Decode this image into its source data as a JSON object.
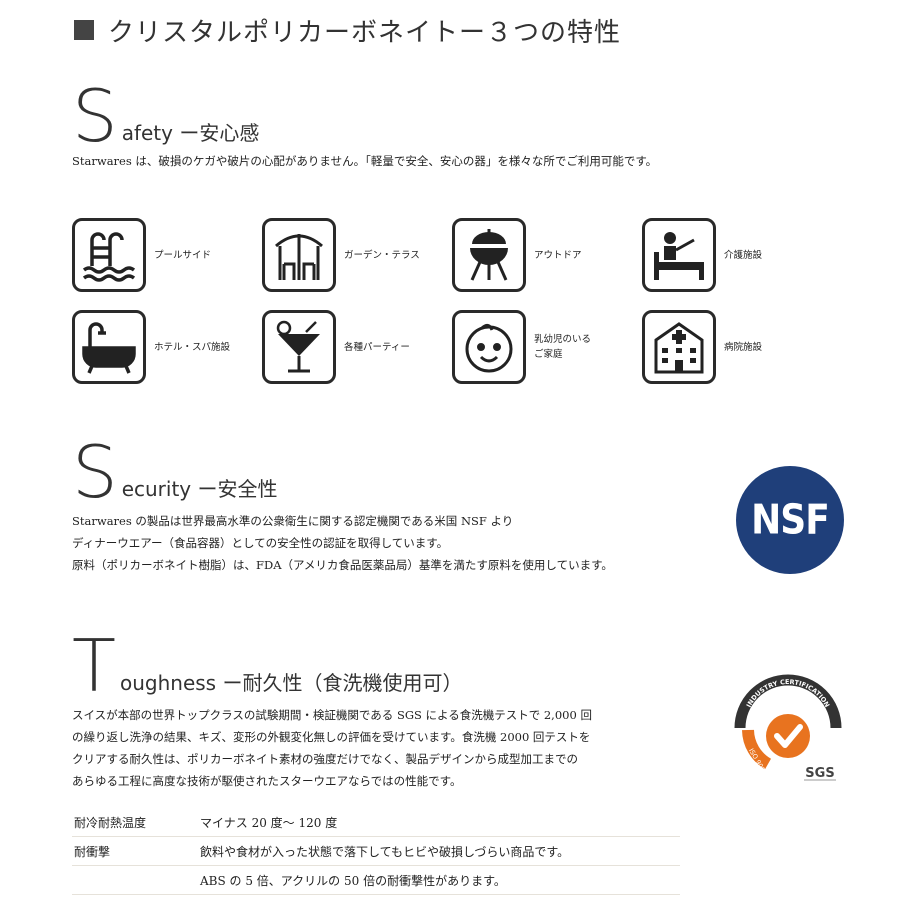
{
  "heading": "クリスタルポリカーボネイトー３つの特性",
  "safety": {
    "letter": "S",
    "title": "afety ー安心感",
    "text": "Starwares は、破損のケガや破片の心配がありません。「軽量で安全、安心の器」を様々な所でご利用可能です。",
    "icons": [
      {
        "icon": "pool-ladder-icon",
        "label": "プールサイド"
      },
      {
        "icon": "garden-terrace-icon",
        "label": "ガーデン・テラス"
      },
      {
        "icon": "bbq-grill-icon",
        "label": "アウトドア"
      },
      {
        "icon": "care-bed-icon",
        "label": "介護施設"
      },
      {
        "icon": "bathtub-icon",
        "label": "ホテル・スパ施設"
      },
      {
        "icon": "cocktail-glass-icon",
        "label": "各種パーティー"
      },
      {
        "icon": "baby-face-icon",
        "label": "乳幼児のいる\nご家庭"
      },
      {
        "icon": "hospital-icon",
        "label": "病院施設"
      }
    ]
  },
  "security": {
    "letter": "S",
    "title": "ecurity ー安全性",
    "lines": [
      "Starwares の製品は世界最高水準の公衆衛生に関する認定機関である米国 NSF より",
      "ディナーウエアー（食品容器）としての安全性の認証を取得しています。",
      "原料（ポリカーボネイト樹脂）は、FDA（アメリカ食品医薬品局）基準を満たす原料を使用しています。"
    ],
    "badge": "NSF",
    "badge_color": "#1f3f7a"
  },
  "toughness": {
    "letter": "T",
    "title": "oughness ー耐久性（食洗機使用可）",
    "lines": [
      "スイスが本部の世界トップクラスの試験期間・検証機関である SGS による食洗機テストで 2,000 回",
      "の繰り返し洗浄の結果、キズ、変形の外観変化無しの評価を受けています。食洗機 2000 回テストを",
      "クリアする耐久性は、ポリカーボネイト素材の強度だけでなく、製品デザインから成型加工までの",
      "あらゆる工程に高度な技術が駆使されたスターウエアならではの性能です。"
    ],
    "badge_text": "SGS",
    "badge_arc": "INDUSTRY CERTIFICATION",
    "badge_iso": "ISO 9001",
    "badge_color": "#e8731f"
  },
  "specs": [
    {
      "key": "耐冷耐熱温度",
      "value": "マイナス 20 度～ 120 度"
    },
    {
      "key": "耐衝撃",
      "value": "飲料や食材が入った状態で落下してもヒビや破損しづらい商品です。"
    },
    {
      "key": "",
      "value": "ABS の 5 倍、アクリルの 50 倍の耐衝撃性があります。"
    }
  ]
}
